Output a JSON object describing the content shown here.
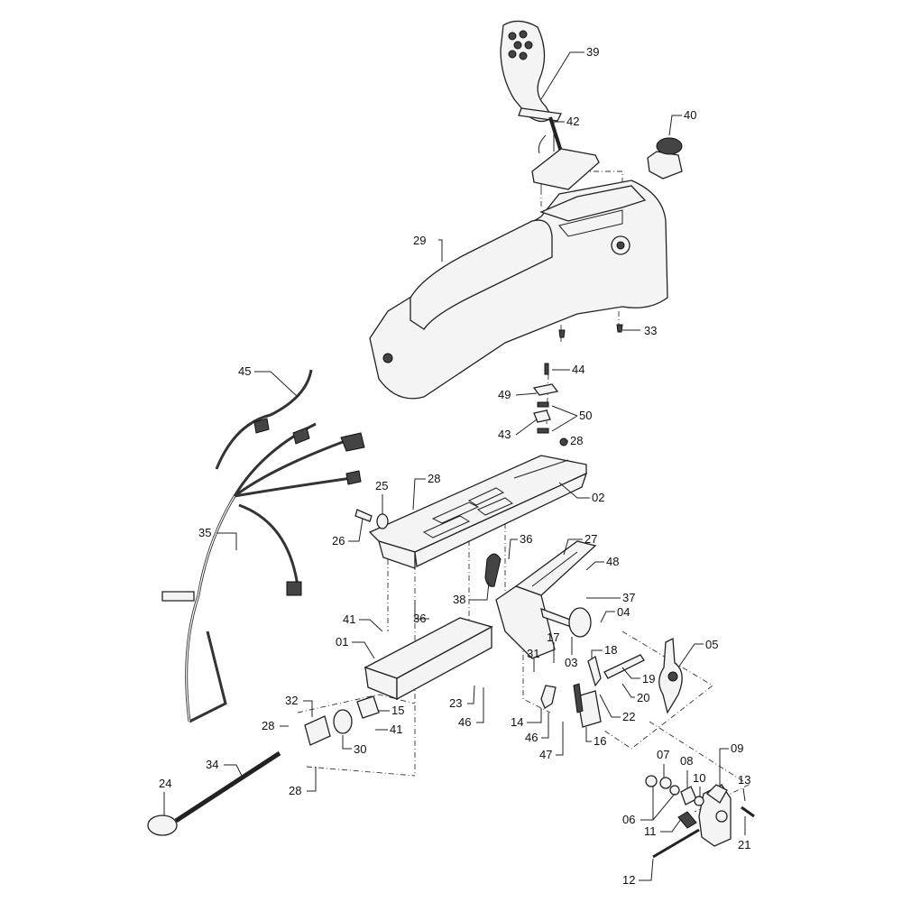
{
  "diagram": {
    "type": "exploded-parts-view",
    "callouts": [
      "39",
      "42",
      "40",
      "29",
      "33",
      "44",
      "49",
      "50",
      "43",
      "28",
      "28",
      "02",
      "25",
      "26",
      "35",
      "45",
      "27",
      "36",
      "48",
      "37",
      "38",
      "36",
      "04",
      "41",
      "01",
      "03",
      "17",
      "18",
      "31",
      "05",
      "19",
      "20",
      "22",
      "23",
      "46",
      "15",
      "41",
      "32",
      "28",
      "30",
      "14",
      "46",
      "47",
      "16",
      "34",
      "28",
      "24",
      "07",
      "08",
      "10",
      "09",
      "13",
      "06",
      "11",
      "21",
      "12"
    ]
  }
}
